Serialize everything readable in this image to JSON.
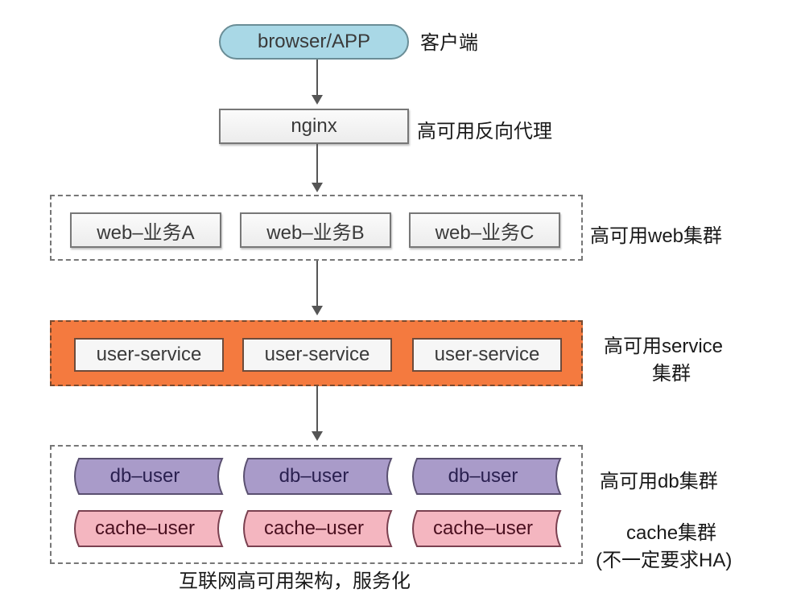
{
  "client": {
    "node": "browser/APP",
    "label": "客户端"
  },
  "proxy": {
    "node": "nginx",
    "label": "高可用反向代理"
  },
  "web_cluster": {
    "nodes": [
      "web–业务A",
      "web–业务B",
      "web–业务C"
    ],
    "label": "高可用web集群"
  },
  "service_cluster": {
    "nodes": [
      "user-service",
      "user-service",
      "user-service"
    ],
    "label_line1": "高可用service",
    "label_line2": "集群"
  },
  "data_cluster": {
    "db_nodes": [
      "db–user",
      "db–user",
      "db–user"
    ],
    "cache_nodes": [
      "cache–user",
      "cache–user",
      "cache–user"
    ],
    "db_label": "高可用db集群",
    "cache_label_line1": "cache集群",
    "cache_label_line2": "(不一定要求HA)"
  },
  "caption": "互联网高可用架构，服务化",
  "colors": {
    "client": "#a9d8e6",
    "service_group": "#f47a3f",
    "db": "#a99bc9",
    "cache": "#f4b6c0"
  }
}
